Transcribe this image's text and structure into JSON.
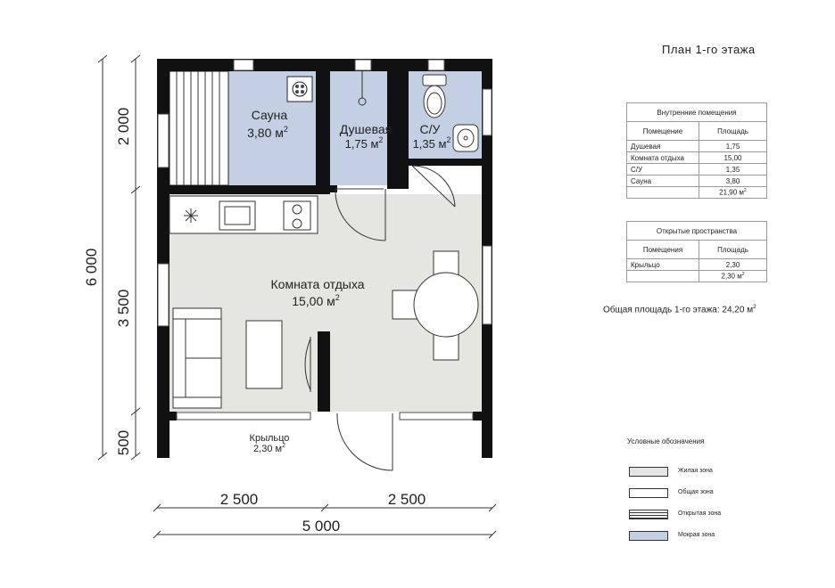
{
  "plan_title": "План 1-го этажа",
  "dimensions": {
    "left_top": "2 000",
    "left_middle": "3 500",
    "left_bottom": "500",
    "left_total": "6 000",
    "bottom_left": "2 500",
    "bottom_right": "2 500",
    "bottom_total": "5 000"
  },
  "rooms": {
    "sauna": {
      "name": "Сауна",
      "area": "3,80 м"
    },
    "shower": {
      "name": "Душевая",
      "area": "1,75 м"
    },
    "wc": {
      "name": "С/У",
      "area": "1,35 м"
    },
    "lounge": {
      "name": "Комната отдыха",
      "area": "15,00 м"
    },
    "porch": {
      "name": "Крыльцо",
      "area": "2,30 м"
    },
    "sup": "2"
  },
  "table_interior": {
    "caption": "Внутренние помещения",
    "col_room": "Помещение",
    "col_area": "Площадь",
    "rows": [
      {
        "room": "Душевая",
        "area": "1,75"
      },
      {
        "room": "Комната отдыха",
        "area": "15,00"
      },
      {
        "room": "С/У",
        "area": "1,35"
      },
      {
        "room": "Сауна",
        "area": "3,80"
      }
    ],
    "total": "21,90 м"
  },
  "table_open": {
    "caption": "Открытые пространства",
    "col_room": "Помещения",
    "col_area": "Площадь",
    "rows": [
      {
        "room": "Крыльцо",
        "area": "2,30"
      }
    ],
    "total": "2,30 м"
  },
  "total_area": {
    "label": "Общая площадь 1-го этажа:",
    "value": "24,20 м"
  },
  "legend": {
    "title": "Условные обозначения",
    "items": [
      {
        "label": "Жилая зона",
        "color": "#e6e6e0"
      },
      {
        "label": "Общая зона",
        "color": "#ffffff"
      },
      {
        "label": "Открытая зона",
        "color": "#ffffff"
      },
      {
        "label": "Мокрая зона",
        "color": "#c3d0e3"
      }
    ]
  },
  "colors": {
    "wall": "#111111",
    "living": "#e6e6e0",
    "wet": "#c3d0e3"
  }
}
